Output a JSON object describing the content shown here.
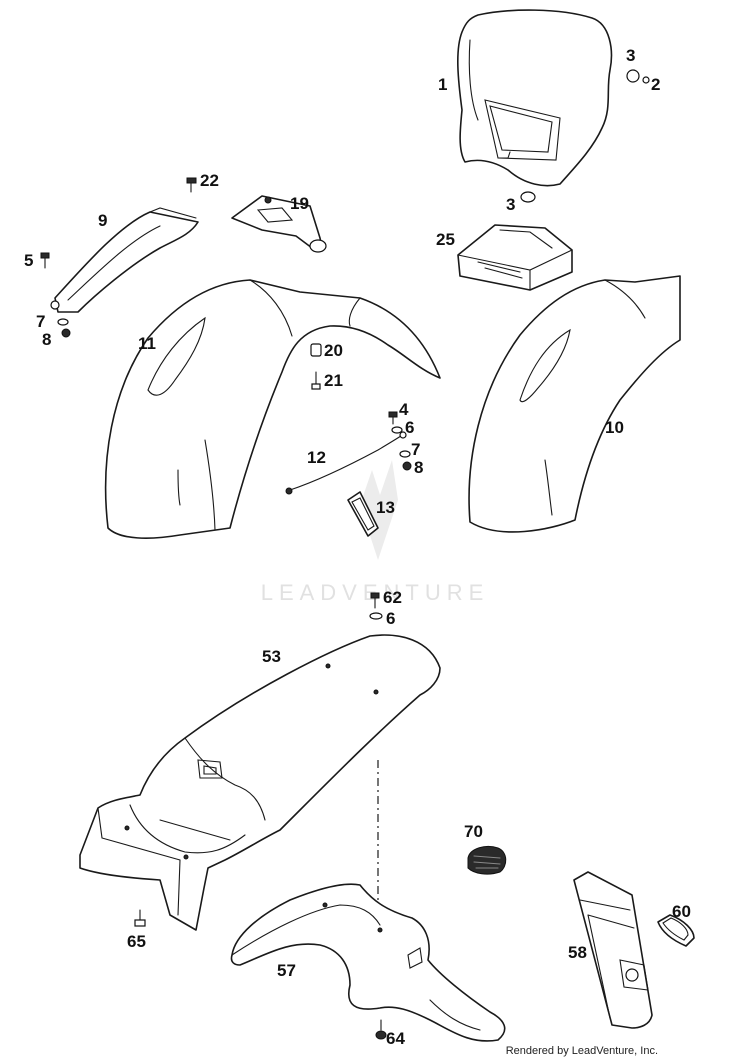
{
  "callouts": {
    "c1": "1",
    "c2": "2",
    "c3a": "3",
    "c3b": "3",
    "c4": "4",
    "c5": "5",
    "c6a": "6",
    "c6b": "6",
    "c7a": "7",
    "c7b": "7",
    "c8a": "8",
    "c8b": "8",
    "c9": "9",
    "c10": "10",
    "c11": "11",
    "c12": "12",
    "c13": "13",
    "c19": "19",
    "c20": "20",
    "c21": "21",
    "c22": "22",
    "c25": "25",
    "c53": "53",
    "c57": "57",
    "c58": "58",
    "c60": "60",
    "c62": "62",
    "c64": "64",
    "c65": "65",
    "c70": "70"
  },
  "watermark": "LEADVENTURE",
  "credit": "Rendered by LeadVenture, Inc."
}
